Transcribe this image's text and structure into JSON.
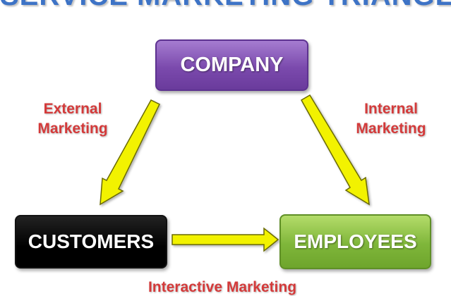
{
  "title": "SERVICE MARKETING TRIANGLE",
  "nodes": {
    "company": "COMPANY",
    "customers": "CUSTOMERS",
    "employees": "EMPLOYEES"
  },
  "edges": {
    "external": {
      "line1": "External",
      "line2": "Marketing"
    },
    "internal": {
      "line1": "Internal",
      "line2": "Marketing"
    },
    "interactive": "Interactive Marketing"
  },
  "colors": {
    "title": "#3d73c6",
    "company_fill": "#7b4aad",
    "customers_fill": "#000000",
    "employees_fill": "#7fb63a",
    "label_text": "#d43a3a",
    "arrow_fill": "#f2f200",
    "arrow_stroke": "#6b6b00"
  }
}
